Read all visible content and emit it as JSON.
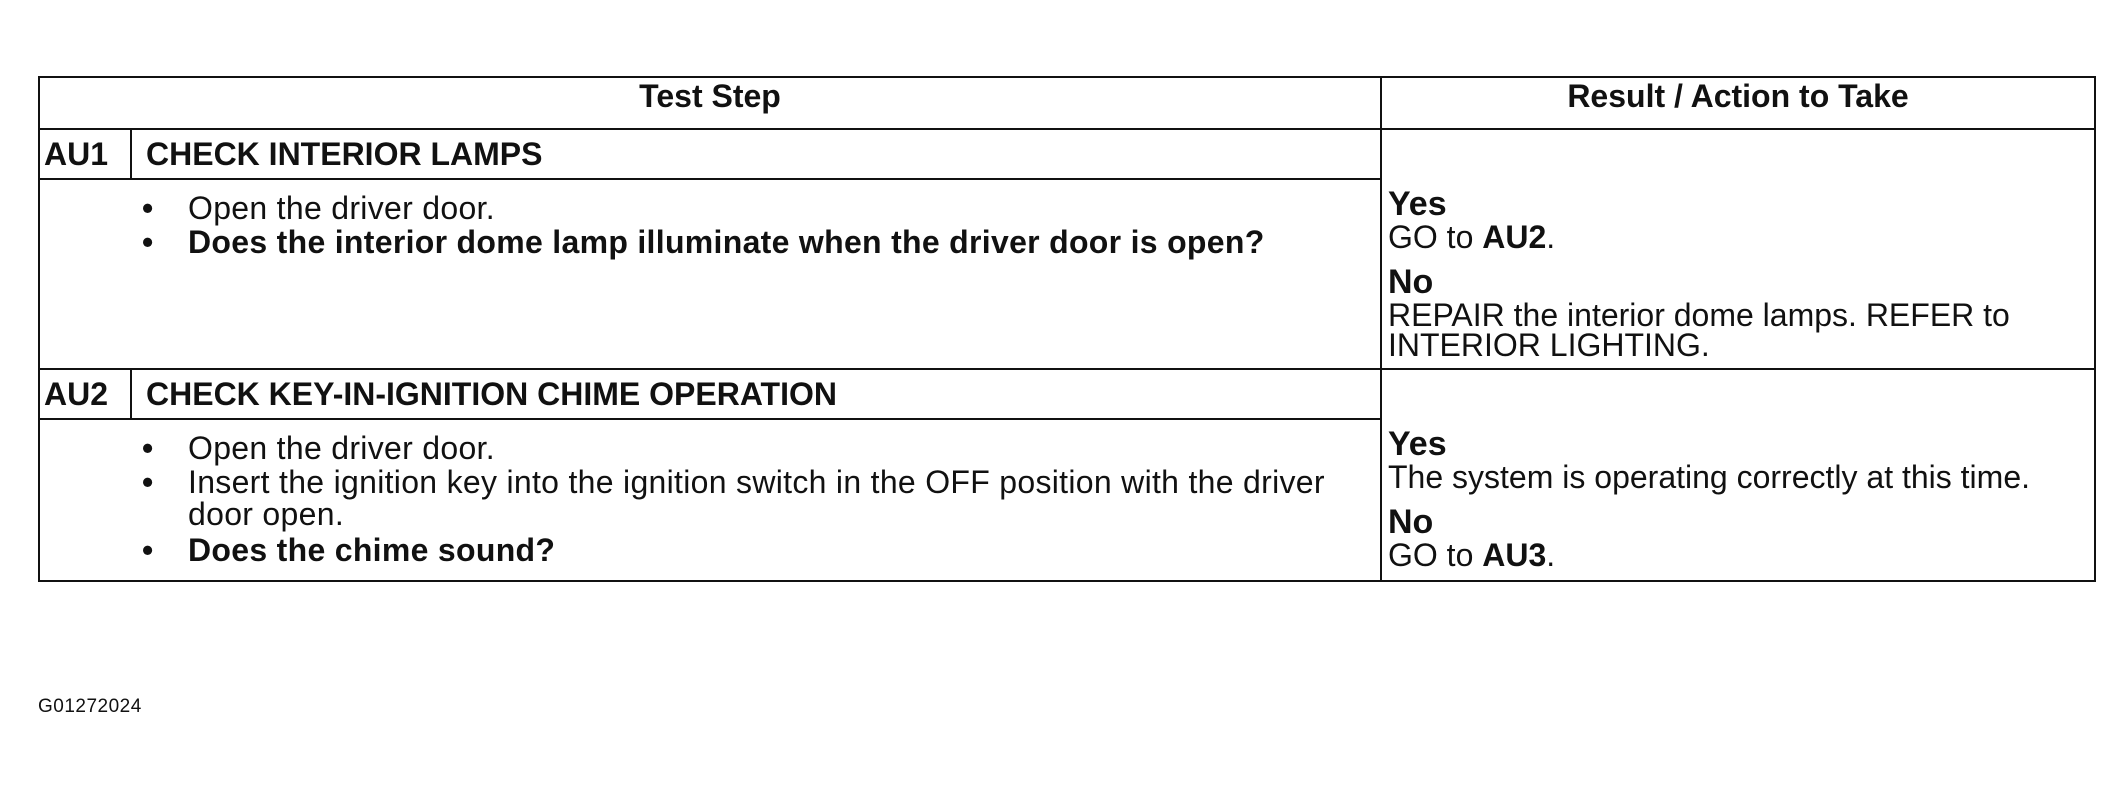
{
  "header": {
    "test_step": "Test Step",
    "result_action": "Result / Action to Take"
  },
  "steps": [
    {
      "id": "AU1",
      "title": "CHECK INTERIOR LAMPS",
      "bullets": [
        "Open the driver door.",
        "Does the interior dome lamp illuminate when the driver door is open?"
      ],
      "yes_label": "Yes",
      "yes_prefix": "GO to ",
      "yes_ref": "AU2",
      "yes_suffix": ".",
      "no_label": "No",
      "no_text": "REPAIR the interior dome lamps. REFER to INTERIOR LIGHTING."
    },
    {
      "id": "AU2",
      "title": "CHECK KEY-IN-IGNITION CHIME OPERATION",
      "bullets": [
        "Open the driver door.",
        "Insert the ignition key into the ignition switch in the OFF position with the driver door open.",
        "Does the chime sound?"
      ],
      "yes_label": "Yes",
      "yes_text": "The system is operating correctly at this time.",
      "no_label": "No",
      "no_prefix": "GO to ",
      "no_ref": "AU3",
      "no_suffix": "."
    }
  ],
  "figure_id": "G01272024"
}
